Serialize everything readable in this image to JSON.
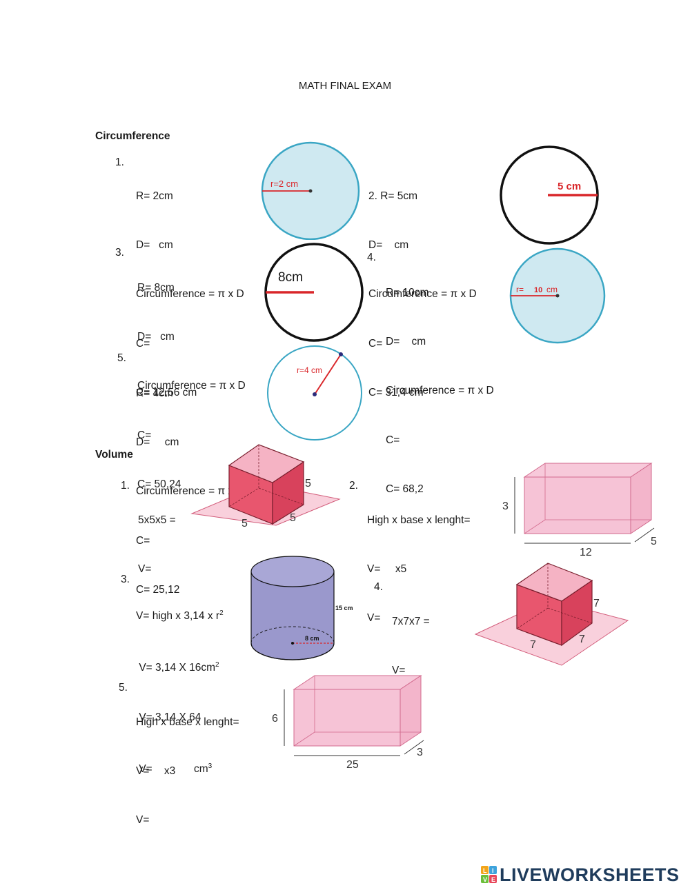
{
  "title": "MATH FINAL EXAM",
  "circumference": {
    "heading": "Circumference",
    "problems": [
      {
        "number": "1.",
        "lines": [
          "R= 2cm",
          "D=   cm",
          "Circumference = π x D",
          "C=",
          "C= 12,56 cm"
        ],
        "figure_label": "r=2 cm"
      },
      {
        "number": "2.",
        "lines": [
          "R= 5cm",
          "D=    cm",
          "Circumference = π x D",
          "C=",
          "C= 31,4 cm"
        ],
        "figure_label": "5 cm"
      },
      {
        "number": "3.",
        "lines": [
          "R= 8cm",
          "D=   cm",
          "Circumference = π x D",
          "C=",
          "C= 50,24"
        ],
        "figure_label": "8cm"
      },
      {
        "number": "4.",
        "lines": [
          "R= 10cm",
          "D=    cm",
          "Circumference = π x D",
          "C=",
          "C= 68,2"
        ],
        "figure_label_prefix": "r=",
        "figure_label_value": "10",
        "figure_label_unit": "cm"
      },
      {
        "number": "5.",
        "lines": [
          "R= 4cm",
          "D=     cm",
          "Circumference = π x D",
          "C=",
          "C= 25,12"
        ],
        "figure_label": "r=4 cm"
      }
    ]
  },
  "volume": {
    "heading": "Volume",
    "problems": [
      {
        "number": "1.",
        "lines": [
          "5x5x5 =",
          "V="
        ],
        "dims": [
          "5",
          "5",
          "5"
        ]
      },
      {
        "number": "2.",
        "lines": [
          "High x base x lenght=",
          "V=     x5",
          "V="
        ],
        "dims": [
          "3",
          "12",
          "5"
        ]
      },
      {
        "number": "3.",
        "line1": "V= high x 3,14 x r",
        "line1_sup": "2",
        "line2": "V= 3,14 X 16cm",
        "line2_sup": "2",
        "line3": "V= 3,14 X 64",
        "line4": "V=              cm",
        "line4_sup": "3",
        "height_label": "15 cm",
        "radius_label": "8 cm"
      },
      {
        "number": "4.",
        "lines": [
          "7x7x7 =",
          "V="
        ],
        "dims": [
          "7",
          "7",
          "7"
        ]
      },
      {
        "number": "5.",
        "lines": [
          "High x base x lenght=",
          "V=     x3",
          "V="
        ],
        "dims": [
          "6",
          "25",
          "3"
        ]
      }
    ]
  },
  "footer": {
    "brand": "LIVEWORKSHEETS",
    "badge_letters": [
      "L",
      "I",
      "V",
      "E"
    ]
  },
  "colors": {
    "circle_fill": "#cfe9f1",
    "circle_stroke": "#3aa6c4",
    "red": "#d9262a",
    "pink_fill": "#f4b8cf",
    "cube_red": "#e8566e",
    "cylinder": "#9a98cc",
    "logo_text": "#1f3c5c"
  }
}
